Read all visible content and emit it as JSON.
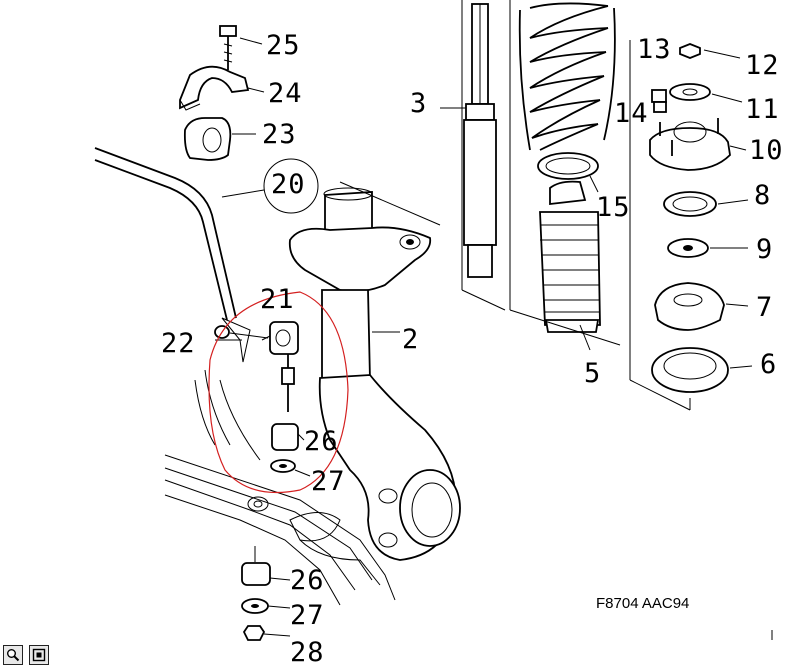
{
  "diagram": {
    "callouts": [
      {
        "id": "25",
        "label": "25"
      },
      {
        "id": "24",
        "label": "24"
      },
      {
        "id": "23",
        "label": "23"
      },
      {
        "id": "20",
        "label": "20"
      },
      {
        "id": "21",
        "label": "21"
      },
      {
        "id": "22",
        "label": "22"
      },
      {
        "id": "26a",
        "label": "26"
      },
      {
        "id": "27a",
        "label": "27"
      },
      {
        "id": "3",
        "label": "3"
      },
      {
        "id": "2",
        "label": "2"
      },
      {
        "id": "15",
        "label": "15"
      },
      {
        "id": "5",
        "label": "5"
      },
      {
        "id": "14",
        "label": "14"
      },
      {
        "id": "13",
        "label": "13"
      },
      {
        "id": "12",
        "label": "12"
      },
      {
        "id": "11",
        "label": "11"
      },
      {
        "id": "10",
        "label": "10"
      },
      {
        "id": "8",
        "label": "8"
      },
      {
        "id": "9",
        "label": "9"
      },
      {
        "id": "7",
        "label": "7"
      },
      {
        "id": "6",
        "label": "6"
      },
      {
        "id": "26b",
        "label": "26"
      },
      {
        "id": "27b",
        "label": "27"
      },
      {
        "id": "28",
        "label": "28"
      }
    ],
    "figure_code": "F8704 AAC94",
    "highlight_color": "#d42020"
  },
  "toolbar": {
    "buttons": [
      {
        "name": "zoom-button",
        "icon": "magnifier-icon"
      },
      {
        "name": "fit-button",
        "icon": "frame-icon"
      }
    ]
  }
}
